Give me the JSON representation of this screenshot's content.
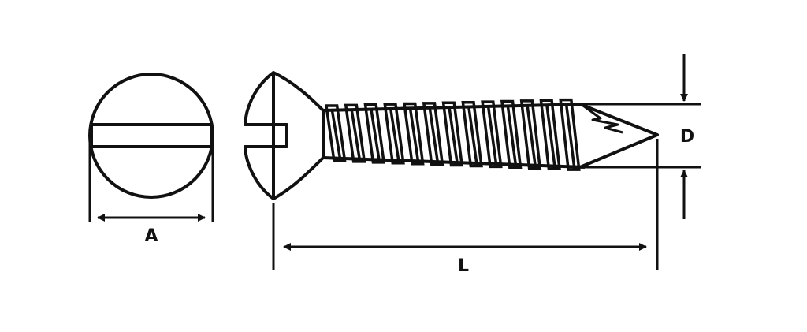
{
  "labels": {
    "head_diameter": "A",
    "length": "L",
    "thread_diameter": "D"
  },
  "colors": {
    "stroke": "#111111",
    "background": "#ffffff"
  },
  "thread_count": 13
}
